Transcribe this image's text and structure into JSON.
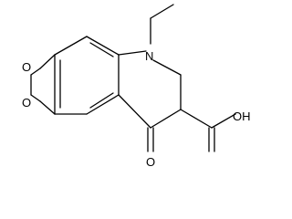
{
  "structure": {
    "atoms": {
      "O1": "O",
      "O2": "O",
      "N": "N",
      "O_ketone": "O",
      "OH": "OH"
    },
    "colors": {
      "bond": "#000000",
      "text": "#000000",
      "background": "#ffffff"
    }
  }
}
